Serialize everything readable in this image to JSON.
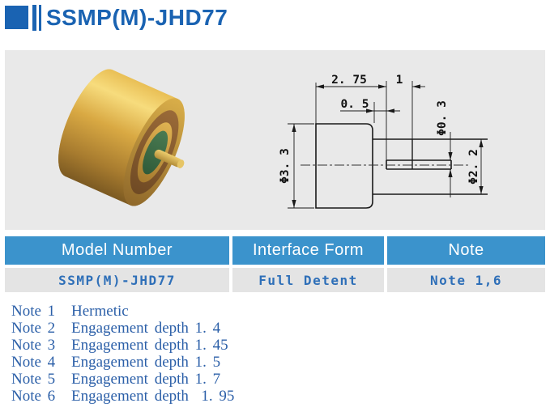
{
  "header": {
    "title": "SSMP(M)-JHD77",
    "accent": "#1a63b2"
  },
  "panel": {
    "bg": "#e9e9e9"
  },
  "drawing": {
    "labels": {
      "body_len": "2. 75",
      "pin_len": "1",
      "step_len": "0. 5",
      "pin_dia": "Φ0. 3",
      "body_dia": "Φ3. 3",
      "barrel_dia": "Φ2. 2"
    }
  },
  "table": {
    "header_bg": "#3b93cc",
    "columns": [
      "Model Number",
      "Interface Form",
      "Note"
    ],
    "row": {
      "model": "SSMP(M)-JHD77",
      "interface": "Full Detent",
      "note": "Note 1,6"
    }
  },
  "notes": [
    {
      "label": "Note 1",
      "text": "Hermetic"
    },
    {
      "label": "Note 2",
      "text": "Engagement depth 1. 4"
    },
    {
      "label": "Note 3",
      "text": "Engagement depth 1. 45"
    },
    {
      "label": "Note 4",
      "text": "Engagement depth 1. 5"
    },
    {
      "label": "Note 5",
      "text": "Engagement depth 1. 7"
    },
    {
      "label": "Note 6",
      "text": "Engagement depth  1. 95"
    }
  ]
}
